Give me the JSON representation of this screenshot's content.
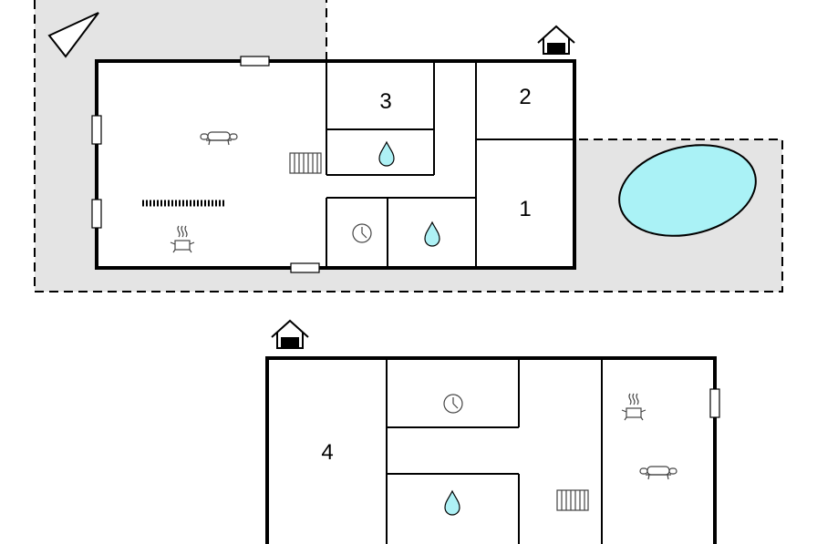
{
  "floors": [
    {
      "rooms": [
        {
          "label": "3"
        },
        {
          "label": "2"
        },
        {
          "label": "1"
        }
      ]
    },
    {
      "rooms": [
        {
          "label": "4"
        }
      ]
    }
  ],
  "colors": {
    "terrace": "#e4e4e4",
    "pool": "#aaf2f6",
    "water_drop": "#aef1f5",
    "wall": "#000000"
  },
  "icons": [
    "compass-icon",
    "house-entrance-icon",
    "sofa-icon",
    "cooking-pot-icon",
    "radiator-icon",
    "heater-grill-icon",
    "water-drop-icon",
    "clock-icon",
    "window-icon"
  ]
}
